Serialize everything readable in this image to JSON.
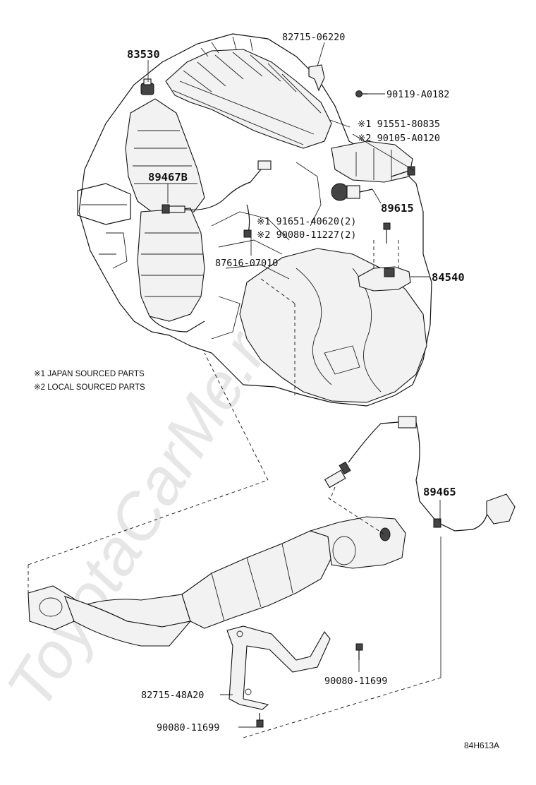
{
  "watermark": "ToyotaCarMe.ru",
  "diagram_code": "84H613A",
  "legend": {
    "note1": "※1 JAPAN SOURCED PARTS",
    "note2": "※2 LOCAL SOURCED PARTS"
  },
  "parts": {
    "p82715_06220": "82715-06220",
    "p83530": "83530",
    "p90119_A0182": "90119-A0182",
    "p91551_80835": "※1 91551-80835",
    "p90105_A0120": "※2 90105-A0120",
    "p89467B": "89467B",
    "p89615": "89615",
    "p91651_40620": "※1 91651-40620(2)",
    "p90080_11227": "※2 90080-11227(2)",
    "p87616_07010": "87616-07010",
    "p84540": "84540",
    "p89465": "89465",
    "p90080_11699_right": "90080-11699",
    "p82715_48A20": "82715-48A20",
    "p90080_11699_bottom": "90080-11699"
  }
}
